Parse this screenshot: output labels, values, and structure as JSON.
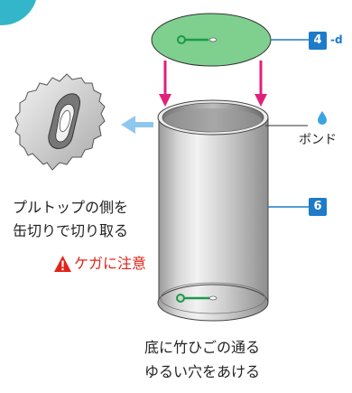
{
  "parts": {
    "lid_tag": {
      "number": "4",
      "suffix": "-d"
    },
    "can_tag": {
      "number": "6"
    }
  },
  "labels": {
    "bond": "ボンド",
    "pulltop_line1": "プルトップの側を",
    "pulltop_line2": "缶切りで切り取る",
    "caution": "ケガに注意",
    "bottom_line1": "底に竹ひごの通る",
    "bottom_line2": "ゆるい穴をあける"
  },
  "colors": {
    "tag_blue": "#1d7bc8",
    "lid_green": "#7fcf8e",
    "arrow_magenta": "#e0207a",
    "arrow_lightblue": "#8ec8ee",
    "caution_red": "#e2231a",
    "peg_green": "#1a9a4a"
  },
  "icons": {
    "caution": "warning-triangle-icon",
    "bond": "glue-drop-icon"
  }
}
